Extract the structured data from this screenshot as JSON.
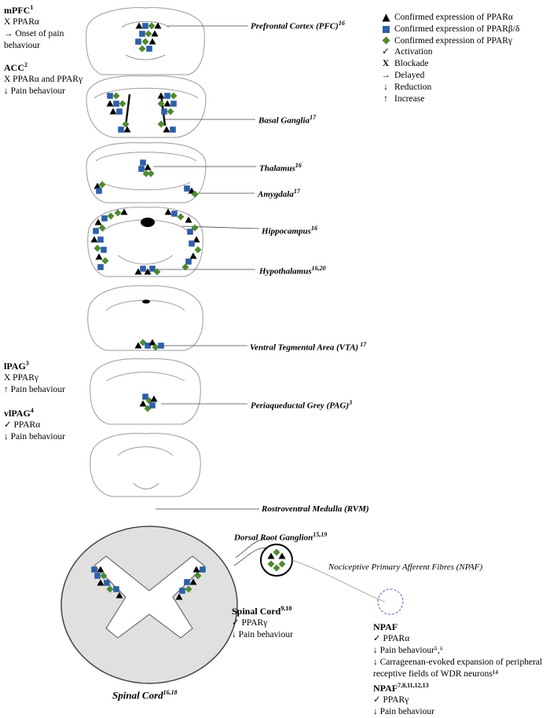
{
  "legend": [
    {
      "symbol": "triangle",
      "color": "#000000",
      "text": "Confirmed expression of PPARα"
    },
    {
      "symbol": "square",
      "color": "#2E5FA8",
      "text": "Confirmed expression of PPARβ/δ"
    },
    {
      "symbol": "diamond",
      "color": "#4E8A2E",
      "text": "Confirmed expression of PPARγ"
    },
    {
      "symbol": "✓",
      "text": "Activation"
    },
    {
      "symbol": "X",
      "text": "Blockade"
    },
    {
      "symbol": "→",
      "text": "Delayed"
    },
    {
      "symbol": "↓",
      "text": "Reduction"
    },
    {
      "symbol": "↑",
      "text": "Increase"
    }
  ],
  "regions": {
    "pfc": "Prefrontal Cortex (PFC)",
    "pfc_ref": "16",
    "basal_ganglia": "Basal Ganglia",
    "basal_ganglia_ref": "17",
    "thalamus": "Thalamus",
    "thalamus_ref": "16",
    "amygdala": "Amygdala",
    "amygdala_ref": "17",
    "hippocampus": "Hippocampus",
    "hippocampus_ref": "16",
    "hypothalamus": "Hypothalamus",
    "hypothalamus_ref": "16,20",
    "vta": "Ventral Tegmental Area (VTA)",
    "vta_ref": " 17",
    "pag": "Periaqueductal Grey  (PAG)",
    "pag_ref": "3",
    "rvm": "Rostroventral Medulla (RVM)",
    "drg": "Dorsal Root Ganglion",
    "drg_ref": "15,19",
    "npaf": "Nociceptive Primary Afferent Fibres (NPAF)",
    "spinal_cord": "Spinal Cord",
    "spinal_cord_ref": "16,18"
  },
  "notes": {
    "mpfc": {
      "title": "mPFC",
      "ref": "1",
      "lines": [
        "X PPARα",
        "→ Onset of pain",
        "behaviour"
      ]
    },
    "acc": {
      "title": "ACC",
      "ref": "2",
      "lines": [
        "X PPARα and PPARγ",
        "↓ Pain behaviour"
      ]
    },
    "lpag": {
      "title": "lPAG",
      "ref": "3",
      "lines": [
        "X PPARγ",
        "↑ Pain behaviour"
      ]
    },
    "vlpag": {
      "title": "vlPAG",
      "ref": "4",
      "lines": [
        "✓ PPARα",
        "↓ Pain behaviour"
      ]
    },
    "spinal": {
      "title": "Spinal Cord",
      "ref": "9,10",
      "lines": [
        "✓ PPARγ",
        "↓ Pain behaviour"
      ]
    },
    "npaf1": {
      "title": "NPAF",
      "ref": "",
      "lines": [
        "✓ PPARα",
        "↓ Pain behaviour⁵,⁶",
        "↓ Carrageenan-evoked expansion of peripheral",
        "receptive fields of WDR neurons¹⁴"
      ]
    },
    "npaf2": {
      "title": "NPAF",
      "ref": "7,8,11,12,13",
      "lines": [
        "✓ PPARγ",
        "↓ Pain behaviour"
      ]
    }
  }
}
